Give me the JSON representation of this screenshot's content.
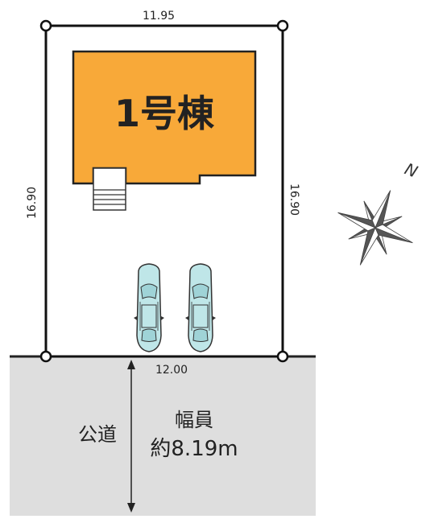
{
  "plot": {
    "top_dimension": "11.95",
    "left_dimension": "16.90",
    "right_dimension": "16.90",
    "bottom_dimension": "12.00"
  },
  "building": {
    "label": "1号棟",
    "fill_color": "#F8A939"
  },
  "compass": {
    "north_label": "N"
  },
  "road": {
    "label": "公道",
    "width_title": "幅員",
    "width_value": "約8.19m",
    "fill_color": "#DEDEDE"
  },
  "parking": {
    "car_color": "#BFE6E8",
    "cars": [
      "car",
      "car"
    ]
  }
}
